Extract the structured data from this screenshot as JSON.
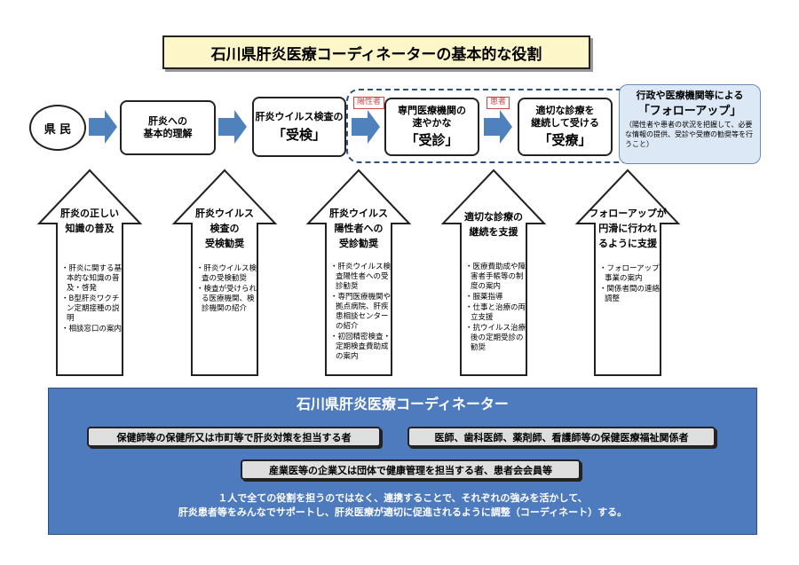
{
  "title": "石川県肝炎医療コーディネーターの基本的な役割",
  "flow": {
    "citizen": "県 民",
    "step1": {
      "line1": "肝炎への",
      "line2": "基本的理解"
    },
    "step2": {
      "line1": "肝炎ウイルス検査の",
      "big": "「受検」"
    },
    "tag1": "陽性者",
    "step3": {
      "line1": "専門医療機関の",
      "line2": "速やかな",
      "big": "「受診」"
    },
    "tag2": "患者",
    "step4": {
      "line1": "適切な診療を",
      "line2": "継続して受ける",
      "big": "「受療」"
    },
    "followup": {
      "line1": "行政や医療機関等による",
      "line2": "「フォローアップ」",
      "sub": "（陽性者や患者の状況を把握して、必要な情報の提供、受診や受療の勧奨等を行うこと）"
    }
  },
  "roles": [
    {
      "title": [
        "肝炎の正しい",
        "知識の普及"
      ],
      "items": [
        "・肝炎に関する基本的な知識の普及・啓発",
        "・B型肝炎ワクチン定期接種の説明",
        "・相談窓口の案内"
      ]
    },
    {
      "title": [
        "肝炎ウイルス",
        "検査の",
        "受検勧奨"
      ],
      "items": [
        "・肝炎ウイルス検査の受検勧奨",
        "・検査が受けられる医療機関、検診機関の紹介"
      ]
    },
    {
      "title": [
        "肝炎ウイルス",
        "陽性者への",
        "受診勧奨"
      ],
      "items": [
        "・肝炎ウイルス検査陽性者への受診勧奨",
        "・専門医療機関や拠点病院、肝疾患相談センターの紹介",
        "・初回精密検査・定期検査費助成の案内"
      ]
    },
    {
      "title": [
        "適切な診療の",
        "継続を支援"
      ],
      "items": [
        "・医療費助成や障害者手帳等の制度の案内",
        "・服薬指導",
        "・仕事と治療の両立支援",
        "・抗ウイルス治療後の定期受診の勧奨"
      ]
    },
    {
      "title": [
        "フォローアップが",
        "円滑に行われ",
        "るように支援"
      ],
      "items": [
        "・フォローアップ事業の案内",
        "・関係者間の連絡調整"
      ]
    }
  ],
  "coordinator": {
    "title": "石川県肝炎医療コーディネーター",
    "pill1": "保健師等の保健所又は市町等で肝炎対策を担当する者",
    "pill2": "医師、歯科医師、薬剤師、看護師等の保健医療福祉関係者",
    "pill3": "産業医等の企業又は団体で健康管理を担当する者、患者会会員等",
    "desc1": "１人で全ての役割を担うのではなく、連携することで、それぞれの強みを活かして、",
    "desc2": "肝炎患者等をみんなでサポートし、肝炎医療が適切に促進されるように調整（コーディネート）する。"
  },
  "colors": {
    "arrow_blue": "#4f81bd",
    "panel_blue": "#4e7bbd",
    "title_bg": "#fdf6c8",
    "follow_bg": "#dce8f5",
    "tag_red": "#c44444"
  }
}
